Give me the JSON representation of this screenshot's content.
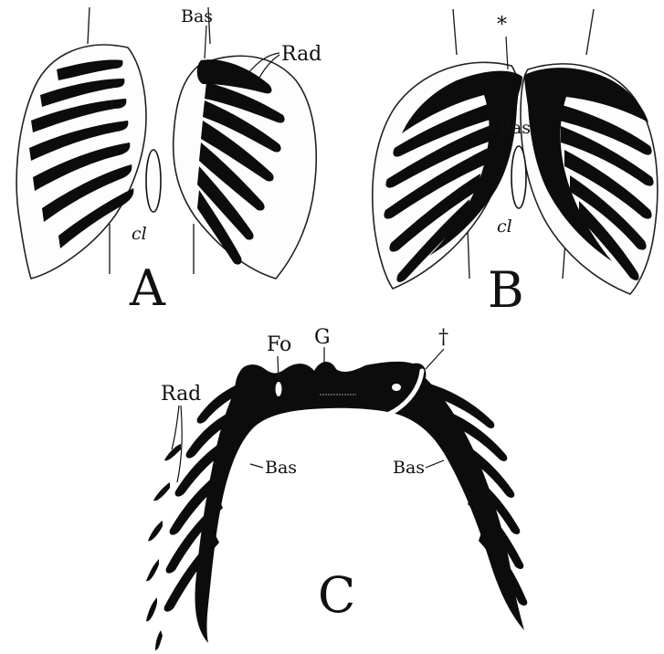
{
  "panels": {
    "A": {
      "letter": "A",
      "labels": {
        "bas": "Bas",
        "rad": "Rad",
        "cl": "cl"
      }
    },
    "B": {
      "letter": "B",
      "labels": {
        "star": "*",
        "bas": "Bas",
        "cl": "cl"
      }
    },
    "C": {
      "letter": "C",
      "labels": {
        "fo": "Fo",
        "g": "G",
        "dagger": "†",
        "rad": "Rad",
        "bas_left": "Bas",
        "bas_right": "Bas"
      }
    }
  }
}
